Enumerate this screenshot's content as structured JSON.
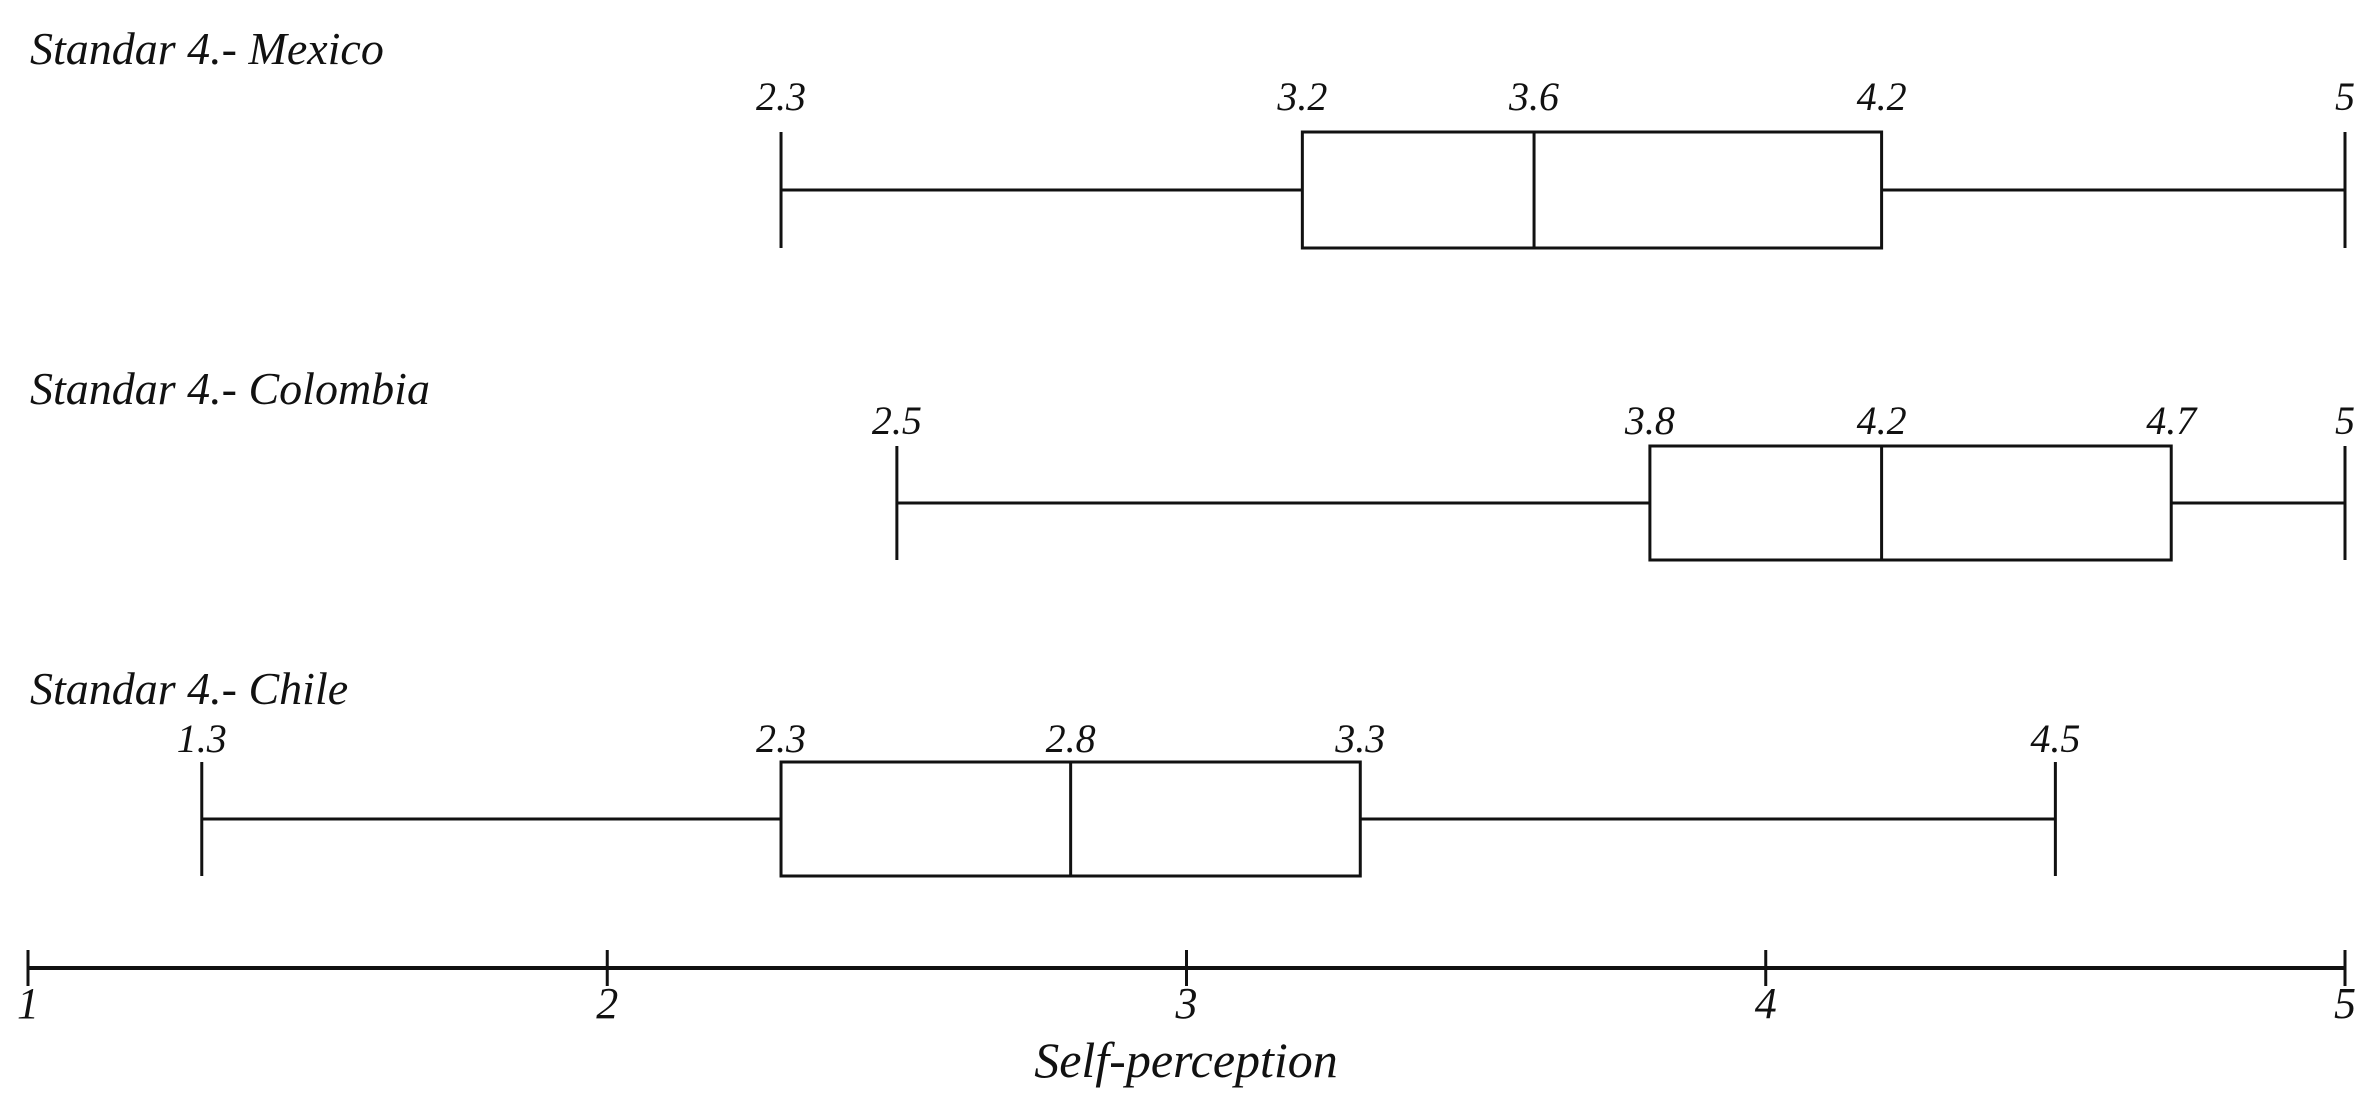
{
  "page": {
    "background": "#ffffff"
  },
  "chart_data": {
    "type": "boxplot",
    "orientation": "horizontal",
    "xlabel": "Self-perception",
    "axis": {
      "min": 1,
      "max": 5,
      "ticks": [
        1,
        2,
        3,
        4,
        5
      ],
      "tick_labels": [
        "1",
        "2",
        "3",
        "4",
        "5"
      ]
    },
    "colors": {
      "line": "#111111",
      "box_fill": "#ffffff",
      "background": "#ffffff"
    },
    "value_labels_shown": true,
    "series": [
      {
        "label": "Standar 4.- Mexico",
        "values": {
          "min": 2.3,
          "q1": 3.2,
          "median": 3.6,
          "q3": 4.2,
          "max": 5
        }
      },
      {
        "label": "Standar 4.- Colombia",
        "values": {
          "min": 2.5,
          "q1": 3.8,
          "median": 4.2,
          "q3": 4.7,
          "max": 5
        }
      },
      {
        "label": "Standar 4.- Chile",
        "values": {
          "min": 1.3,
          "q1": 2.3,
          "median": 2.8,
          "q3": 3.3,
          "max": 4.5
        }
      }
    ]
  }
}
